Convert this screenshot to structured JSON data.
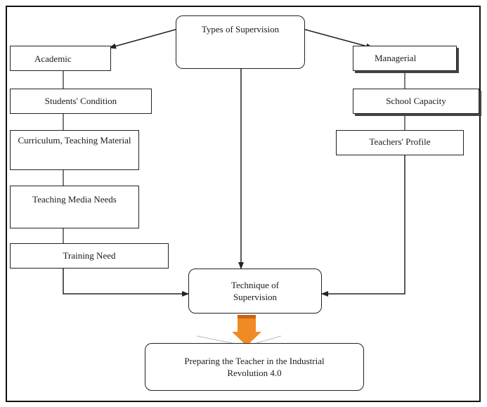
{
  "diagram": {
    "root": "Types of Supervision",
    "left_branch": [
      "Academic",
      "Students' Condition",
      "Curriculum, Teaching Material",
      "Teaching Media Needs",
      "Training Need"
    ],
    "right_branch": [
      "Managerial",
      "School Capacity",
      "Teachers' Profile"
    ],
    "technique": "Technique of Supervision",
    "outcome": "Preparing the Teacher in the Industrial Revolution 4.0",
    "colors": {
      "line": "#222222",
      "arrow_fill": "#f08a24",
      "arrow_dark": "#c86414"
    }
  }
}
